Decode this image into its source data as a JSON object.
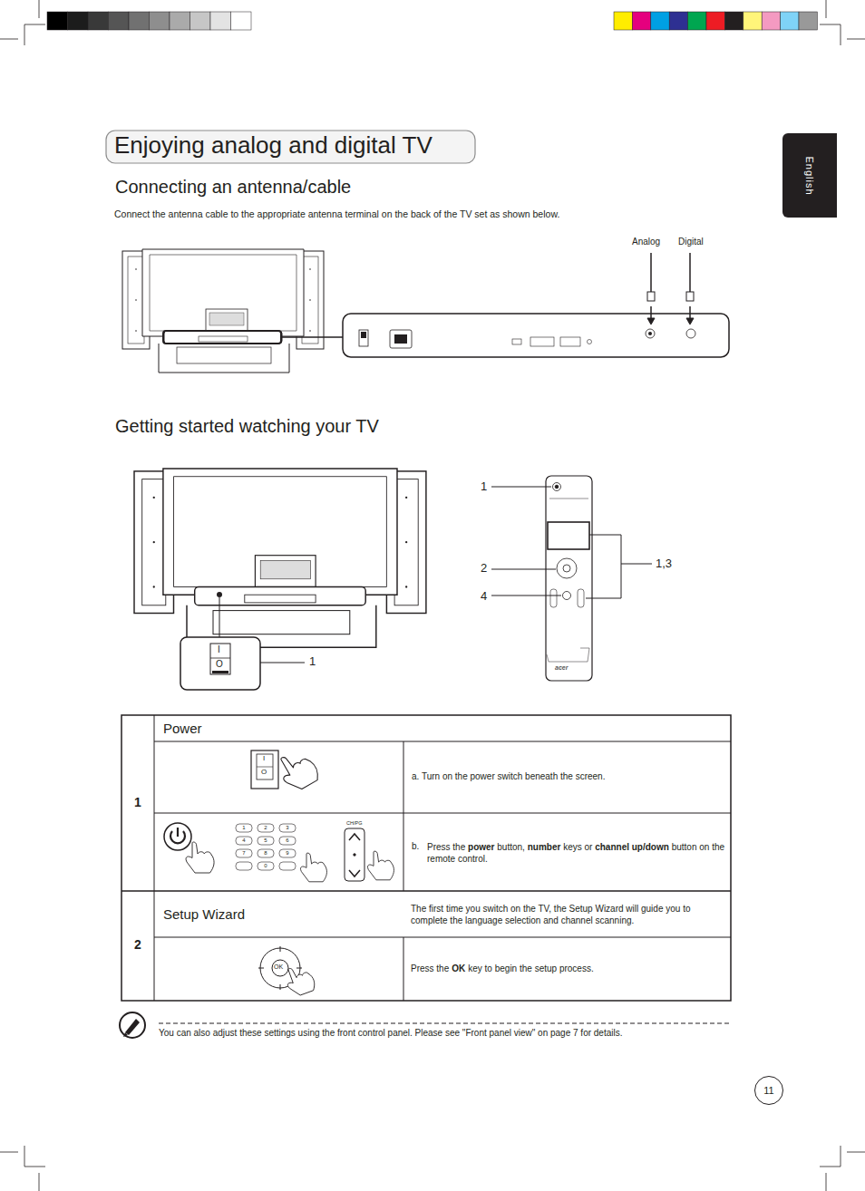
{
  "diagram": {
    "title": "Enjoying analog and digital TV",
    "nodes": [
      {
        "text": [
          "English"
        ]
      },
      {
        "text": [
          "11"
        ]
      }
    ],
    "labels": [
      "Connecting an antenna/cable",
      "Connect the antenna cable to the appropriate antenna terminal on the back of the TV set as shown below.",
      "Analog",
      "Digital",
      "Getting started watching your TV",
      "1",
      "2",
      "4",
      "1,3",
      "1",
      "I",
      "O",
      "1",
      "Power",
      "I",
      "O",
      "a. Turn on the power switch beneath the screen.",
      "CH/PG",
      "1",
      "2",
      "3",
      "4",
      "5",
      "6",
      "7",
      "8",
      "9",
      "0",
      "b.",
      "Press the",
      "power",
      "button,",
      "number",
      "keys or",
      "channel up/down",
      "button on the remote control.",
      "2",
      "Setup Wizard",
      "The first time you switch on the TV, the Setup Wizard will guide you to complete the language selection and channel scanning.",
      "OK",
      "Press the",
      "OK",
      "key to begin the setup process.",
      "You can also adjust these settings using the front control panel. Please see \"Front panel view\" on page 7 for details.",
      "acer"
    ]
  }
}
